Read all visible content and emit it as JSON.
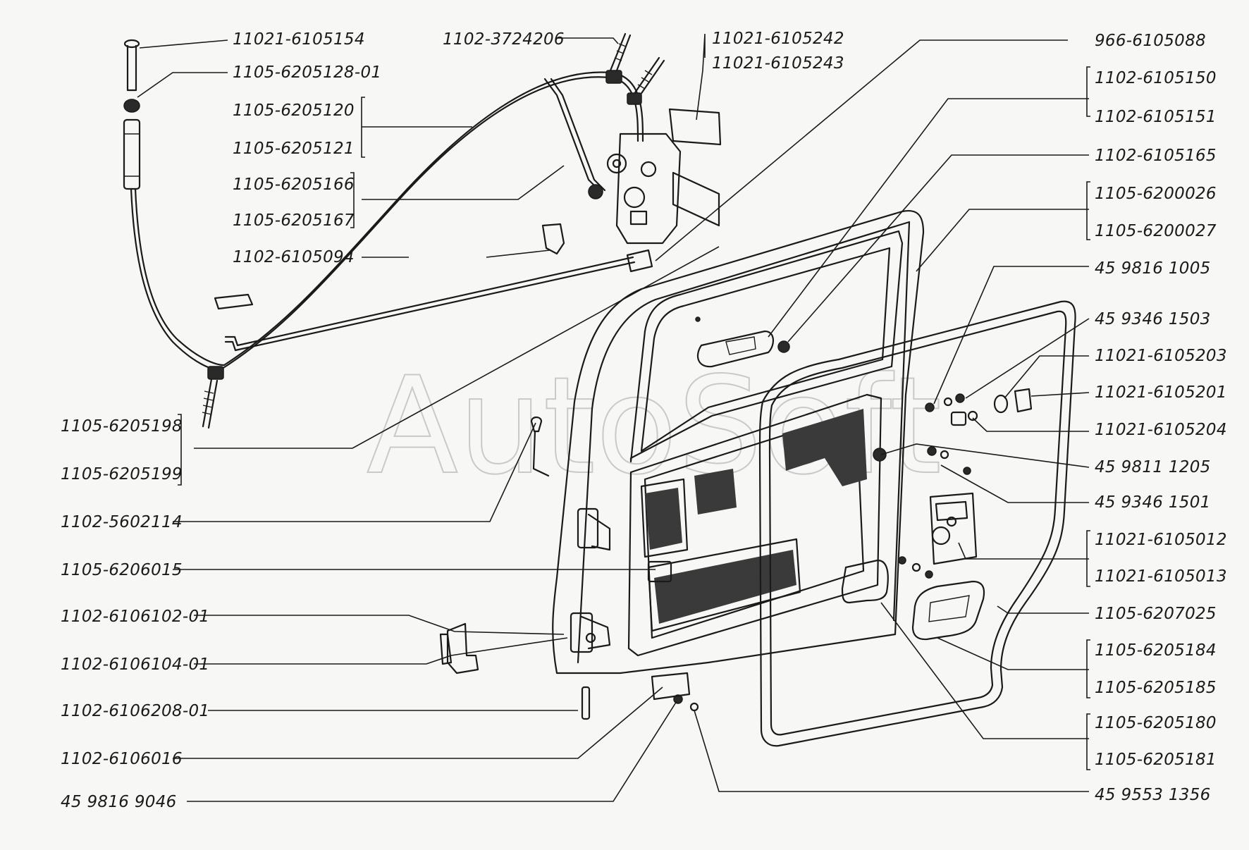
{
  "watermark": "AutoSoft",
  "labels": [
    {
      "id": "l01",
      "text": "11021-6105154"
    },
    {
      "id": "l02",
      "text": "1105-6205128-01"
    },
    {
      "id": "l03",
      "text": "1105-6205120"
    },
    {
      "id": "l04",
      "text": "1105-6205121"
    },
    {
      "id": "l05",
      "text": "1105-6205166"
    },
    {
      "id": "l06",
      "text": "1105-6205167"
    },
    {
      "id": "l07",
      "text": "1102-6105094"
    },
    {
      "id": "l08",
      "text": "1102-3724206"
    },
    {
      "id": "l09",
      "text": "11021-6105242"
    },
    {
      "id": "l10",
      "text": "11021-6105243"
    },
    {
      "id": "l11",
      "text": "966-6105088"
    },
    {
      "id": "l12",
      "text": "1102-6105150"
    },
    {
      "id": "l13",
      "text": "1102-6105151"
    },
    {
      "id": "l14",
      "text": "1102-6105165"
    },
    {
      "id": "l15",
      "text": "1105-6200026"
    },
    {
      "id": "l16",
      "text": "1105-6200027"
    },
    {
      "id": "l17",
      "text": "45 9816 1005"
    },
    {
      "id": "l18",
      "text": "45 9346 1503"
    },
    {
      "id": "l19",
      "text": "11021-6105203"
    },
    {
      "id": "l20",
      "text": "11021-6105201"
    },
    {
      "id": "l21",
      "text": "11021-6105204"
    },
    {
      "id": "l22",
      "text": "45 9811 1205"
    },
    {
      "id": "l23",
      "text": "45 9346 1501"
    },
    {
      "id": "l24",
      "text": "11021-6105012"
    },
    {
      "id": "l25",
      "text": "11021-6105013"
    },
    {
      "id": "l26",
      "text": "1105-6207025"
    },
    {
      "id": "l27",
      "text": "1105-6205184"
    },
    {
      "id": "l28",
      "text": "1105-6205185"
    },
    {
      "id": "l29",
      "text": "1105-6205180"
    },
    {
      "id": "l30",
      "text": "1105-6205181"
    },
    {
      "id": "l31",
      "text": "45 9553 1356"
    },
    {
      "id": "l32",
      "text": "1105-6205198"
    },
    {
      "id": "l33",
      "text": "1105-6205199"
    },
    {
      "id": "l34",
      "text": "1102-5602114"
    },
    {
      "id": "l35",
      "text": "1105-6206015"
    },
    {
      "id": "l36",
      "text": "1102-6106102-01"
    },
    {
      "id": "l37",
      "text": "1102-6106104-01"
    },
    {
      "id": "l38",
      "text": "1102-6106208-01"
    },
    {
      "id": "l39",
      "text": "1102-6106016"
    },
    {
      "id": "l40",
      "text": "45 9816 9046"
    }
  ]
}
